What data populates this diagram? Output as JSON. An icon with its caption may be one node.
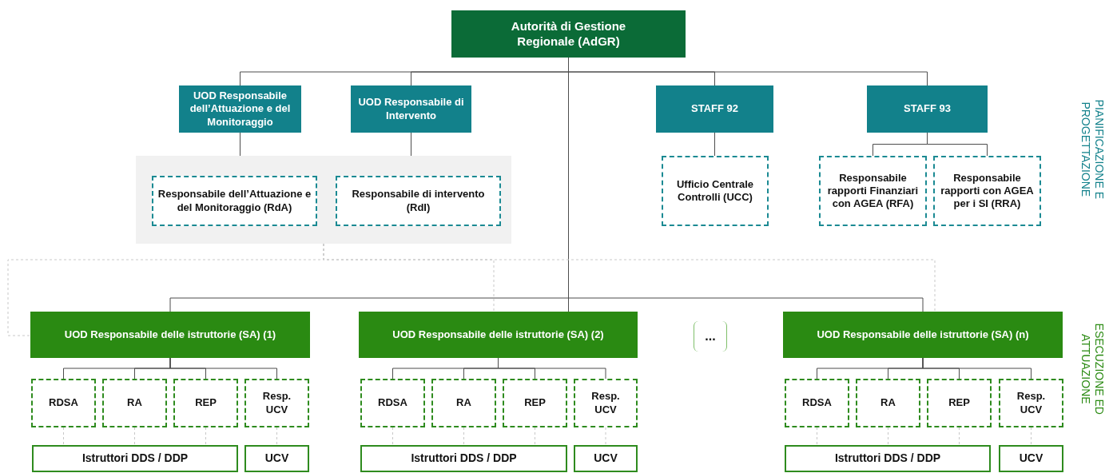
{
  "diagram": {
    "nodes": [
      {
        "text": [
          "Autorità di Gestione Regionale (AdGR)"
        ]
      },
      {
        "text": [
          "UOD Responsabile dell’Attuazione e del Monitoraggio"
        ]
      },
      {
        "text": [
          "UOD Responsabile di Intervento"
        ]
      },
      {
        "text": [
          "STAFF 92"
        ]
      },
      {
        "text": [
          "STAFF 93"
        ]
      },
      {
        "text": [],
        "shape": "box"
      },
      {
        "text": [
          "Responsabile dell’Attuazione e del Monitoraggio (RdA)"
        ],
        "in": 5
      },
      {
        "text": [
          "Responsabile di intervento (RdI)"
        ],
        "in": 5
      },
      {
        "text": [
          "Ufficio Centrale Controlli (UCC)"
        ]
      },
      {
        "text": [
          "Responsabile rapporti Finanziari con AGEA (RFA)"
        ]
      },
      {
        "text": [
          "Responsabile rapporti con AGEA per i SI (RRA)"
        ]
      },
      {
        "text": [
          "UOD Responsabile delle istruttorie (SA) (1)"
        ]
      },
      {
        "text": [
          "RDSA"
        ]
      },
      {
        "text": [
          "RA"
        ]
      },
      {
        "text": [
          "REP"
        ]
      },
      {
        "text": [
          "Resp. UCV"
        ]
      },
      {
        "text": [
          "Istruttori DDS / DDP"
        ]
      },
      {
        "text": [
          "UCV"
        ]
      },
      {
        "text": [
          "UOD Responsabile delle istruttorie (SA) (2)"
        ]
      },
      {
        "text": [
          "RDSA"
        ]
      },
      {
        "text": [
          "RA"
        ]
      },
      {
        "text": [
          "REP"
        ]
      },
      {
        "text": [
          "Resp. UCV"
        ]
      },
      {
        "text": [
          "Istruttori DDS / DDP"
        ]
      },
      {
        "text": [
          "UCV"
        ]
      },
      {
        "text": [
          "..."
        ]
      },
      {
        "text": [
          "UOD Responsabile delle istruttorie (SA) (n)"
        ]
      },
      {
        "text": [
          "RDSA"
        ]
      },
      {
        "text": [
          "RA"
        ]
      },
      {
        "text": [
          "REP"
        ]
      },
      {
        "text": [
          "Resp. UCV"
        ]
      },
      {
        "text": [
          "Istruttori DDS / DDP"
        ]
      },
      {
        "text": [
          "UCV"
        ]
      }
    ],
    "edges": [
      {
        "from": 0,
        "to": 1,
        "arrow": "none"
      },
      {
        "from": 0,
        "to": 2,
        "arrow": "none"
      },
      {
        "from": 0,
        "to": 3,
        "arrow": "none"
      },
      {
        "from": 0,
        "to": 4,
        "arrow": "none"
      },
      {
        "from": 1,
        "to": 5,
        "arrow": "none"
      },
      {
        "from": 2,
        "to": 5,
        "arrow": "none"
      },
      {
        "from": 3,
        "to": 8,
        "arrow": "none"
      },
      {
        "from": 4,
        "to": 9,
        "arrow": "none"
      },
      {
        "from": 4,
        "to": 10,
        "arrow": "none"
      },
      {
        "from": 0,
        "to": 11,
        "arrow": "none"
      },
      {
        "from": 0,
        "to": 18,
        "arrow": "none"
      },
      {
        "from": 0,
        "to": 26,
        "arrow": "none"
      },
      {
        "from": 5,
        "to": 11,
        "arrow": "none",
        "style": "dashed",
        "color": "#c8c8c8"
      },
      {
        "from": 5,
        "to": 18,
        "arrow": "none",
        "style": "dashed",
        "color": "#c8c8c8"
      },
      {
        "from": 5,
        "to": 26,
        "arrow": "none",
        "style": "dashed",
        "color": "#c8c8c8"
      },
      {
        "from": 11,
        "to": 12,
        "arrow": "none"
      },
      {
        "from": 11,
        "to": 13,
        "arrow": "none"
      },
      {
        "from": 11,
        "to": 14,
        "arrow": "none"
      },
      {
        "from": 11,
        "to": 15,
        "arrow": "none"
      },
      {
        "from": 12,
        "to": 16,
        "arrow": "none",
        "style": "dashed",
        "color": "#c8c8c8"
      },
      {
        "from": 13,
        "to": 16,
        "arrow": "none",
        "style": "dashed",
        "color": "#c8c8c8"
      },
      {
        "from": 14,
        "to": 16,
        "arrow": "none",
        "style": "dashed",
        "color": "#c8c8c8"
      },
      {
        "from": 15,
        "to": 17,
        "arrow": "none",
        "style": "dashed",
        "color": "#c8c8c8"
      },
      {
        "from": 18,
        "to": 19,
        "arrow": "none"
      },
      {
        "from": 18,
        "to": 20,
        "arrow": "none"
      },
      {
        "from": 18,
        "to": 21,
        "arrow": "none"
      },
      {
        "from": 18,
        "to": 22,
        "arrow": "none"
      },
      {
        "from": 19,
        "to": 23,
        "arrow": "none",
        "style": "dashed",
        "color": "#c8c8c8"
      },
      {
        "from": 20,
        "to": 23,
        "arrow": "none",
        "style": "dashed",
        "color": "#c8c8c8"
      },
      {
        "from": 21,
        "to": 23,
        "arrow": "none",
        "style": "dashed",
        "color": "#c8c8c8"
      },
      {
        "from": 22,
        "to": 24,
        "arrow": "none",
        "style": "dashed",
        "color": "#c8c8c8"
      },
      {
        "from": 26,
        "to": 27,
        "arrow": "none"
      },
      {
        "from": 26,
        "to": 28,
        "arrow": "none"
      },
      {
        "from": 26,
        "to": 29,
        "arrow": "none"
      },
      {
        "from": 26,
        "to": 30,
        "arrow": "none"
      },
      {
        "from": 27,
        "to": 31,
        "arrow": "none",
        "style": "dashed",
        "color": "#c8c8c8"
      },
      {
        "from": 28,
        "to": 31,
        "arrow": "none",
        "style": "dashed",
        "color": "#c8c8c8"
      },
      {
        "from": 29,
        "to": 31,
        "arrow": "none",
        "style": "dashed",
        "color": "#c8c8c8"
      },
      {
        "from": 30,
        "to": 32,
        "arrow": "none",
        "style": "dashed",
        "color": "#c8c8c8"
      }
    ],
    "labels": [
      "PIANIFICAZIONE E PROGETTAZIONE",
      "ESECUZIONE ED ATTUAZIONE"
    ]
  }
}
